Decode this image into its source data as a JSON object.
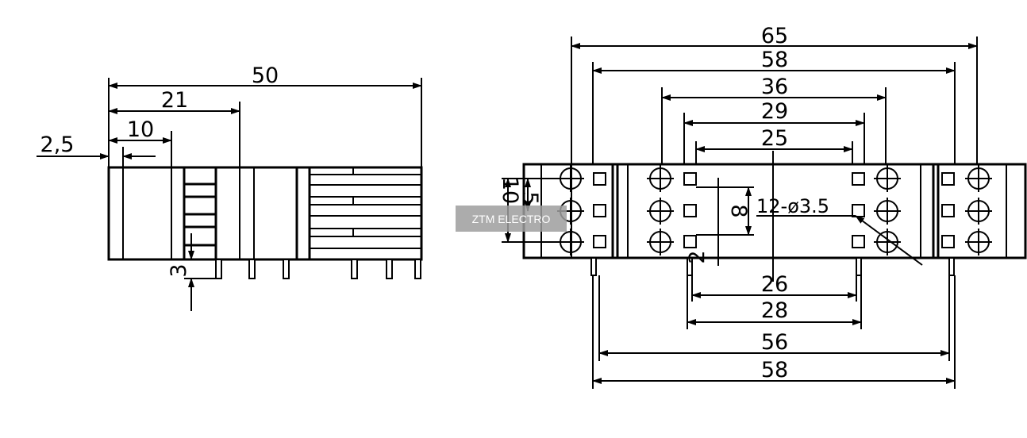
{
  "side_view": {
    "dim_overall": "50",
    "dim_mid": "21",
    "dim_small": "10",
    "dim_offset": "2,5",
    "dim_pin": "3"
  },
  "top_view": {
    "dim_top": [
      "65",
      "58",
      "36",
      "29",
      "25"
    ],
    "dim_bottom": [
      "26",
      "28",
      "56",
      "58"
    ],
    "dim_vertical_10": "10",
    "dim_vertical_5": "5",
    "dim_vertical_8": "8",
    "dim_vertical_2": "2",
    "hole_note": "12-ø3.5"
  },
  "watermark": "ZTM ELECTRO",
  "colors": {
    "line": "#000000",
    "watermark_bg": "#9e9e9e",
    "watermark_text": "#ffffff"
  }
}
